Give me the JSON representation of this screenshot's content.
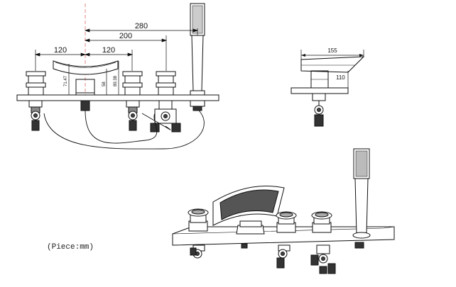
{
  "dimensions": {
    "d280": "280",
    "d200": "200",
    "d120_left": "120",
    "d120_right": "120",
    "d71": "71.47",
    "d58": "58",
    "d89": "89.38",
    "d155": "155",
    "d110": "110"
  },
  "unit_note": "(Piece:mm)"
}
